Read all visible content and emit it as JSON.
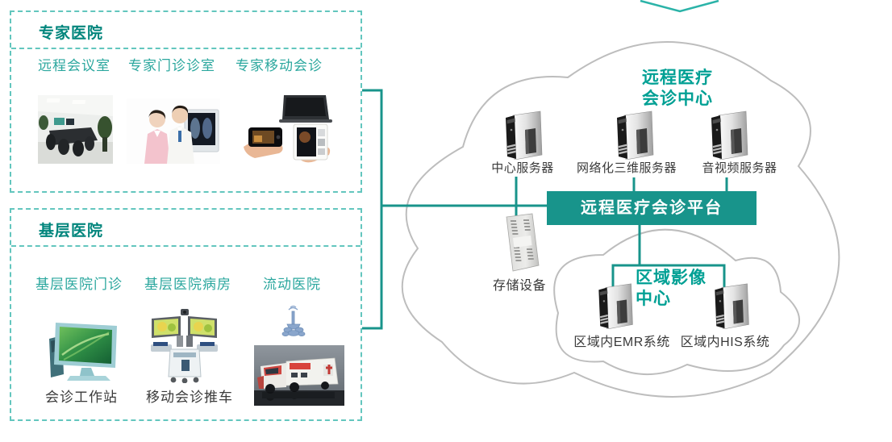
{
  "colors": {
    "teal_line": "#18948b",
    "teal_title_dark": "#00857c",
    "teal_title_bright": "#00a094",
    "teal_label": "#2ba79e",
    "dashed_border": "#63c6be",
    "cloud_stroke": "#bdbdbd",
    "dark_label": "#3a3a3a",
    "banner_text": "#ffffff"
  },
  "expert_hospital": {
    "title": "专家医院",
    "items": [
      {
        "label": "远程会议室",
        "icon": "conference-room-photo"
      },
      {
        "label": "专家门诊诊室",
        "icon": "expert-clinic-photo"
      },
      {
        "label": "专家移动会诊",
        "icon": "mobile-devices-photo"
      }
    ]
  },
  "primary_hospital": {
    "title": "基层医院",
    "items": [
      {
        "label": "基层医院门诊",
        "caption": "会诊工作站",
        "icon": "workstation-photo"
      },
      {
        "label": "基层医院病房",
        "caption": "移动会诊推车",
        "icon": "consult-cart-photo"
      },
      {
        "label": "流动医院",
        "caption": "",
        "icon": "mobile-hospital-truck-photo"
      }
    ]
  },
  "consultation_center": {
    "title_line1": "远程医疗",
    "title_line2": "会诊中心",
    "servers": [
      {
        "label": "中心服务器",
        "icon": "server-tower-icon"
      },
      {
        "label": "网络化三维服务器",
        "icon": "server-tower-icon"
      },
      {
        "label": "音视频服务器",
        "icon": "server-tower-icon"
      }
    ],
    "platform_banner": "远程医疗会诊平台",
    "storage_label": "存储设备",
    "storage_icon": "storage-tower-icon"
  },
  "imaging_center": {
    "title_line1": "区域影像",
    "title_line2": "中心",
    "systems": [
      {
        "label": "区域内EMR系统",
        "icon": "server-tower-icon"
      },
      {
        "label": "区域内HIS系统",
        "icon": "server-tower-icon"
      }
    ]
  }
}
